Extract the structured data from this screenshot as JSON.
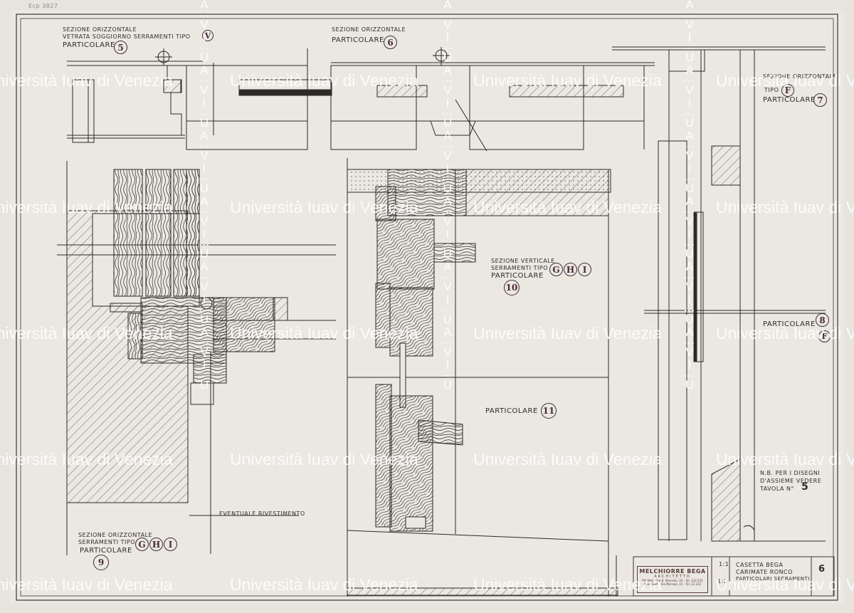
{
  "archive_mark": "Ecp 3827",
  "labels": {
    "p5": {
      "line1": "SEZIONE ORIZZONTALE",
      "line2": "VETRATA SOGGIORNO SERRAMENTI TIPO",
      "type": "V",
      "word": "PARTICOLARE",
      "num": "5"
    },
    "p6": {
      "line1": "SEZIONE ORIZZONTALE",
      "word": "PARTICOLARE",
      "num": "6"
    },
    "p7": {
      "line1": "SEZIONE ORIZZONTALE",
      "type_word": "TIPO",
      "type": "F",
      "word": "PARTICOLARE",
      "num": "7"
    },
    "p8": {
      "word": "PARTICOLARE",
      "num": "8",
      "type": "F"
    },
    "p9": {
      "line1": "SEZIONE ORIZZONTALE",
      "line2": "SERRAMENTI TIPO",
      "types": [
        "G",
        "H",
        "I"
      ],
      "word": "PARTICOLARE",
      "num": "9"
    },
    "p10": {
      "line1": "SEZIONE VERTICALE",
      "line2": "SERRAMENTI TIPO",
      "types": [
        "G",
        "H",
        "I"
      ],
      "word": "PARTICOLARE",
      "num": "10"
    },
    "p11": {
      "word": "PARTICOLARE",
      "num": "11"
    },
    "rivestimento": "EVENTUALE RIVESTIMENTO",
    "note": {
      "line1": "N.B. PER I DISEGNI",
      "line2": "D'ASSIEME VEDERE",
      "line3": "TAVOLA N°",
      "num": "5"
    }
  },
  "title_block": {
    "architect": "MELCHIORRE BEGA",
    "role": "ARCHITETTO",
    "addr1": "MILANO - Via B. Marcello, 20 - Tel. 222.222",
    "addr2": "BOLOGNA - Via Marsala, 42 - Tel. 22.222",
    "scale1": "1:1",
    "scale2": "1:2",
    "project1": "CASETTA BEGA",
    "project2": "CARIMATE RONCO",
    "project3": "PARTICOLARI SERRAMENTI",
    "sheet_number": "6"
  },
  "watermark": {
    "text": "Università Iuav di Venezia",
    "vertical": [
      "A",
      "V",
      "I",
      "U",
      "A",
      "V",
      "I",
      "U",
      "A",
      "V",
      "I",
      "U",
      "A",
      "V",
      "I",
      "U",
      "A",
      "V",
      "I",
      "U",
      "A",
      "V",
      "I",
      "U"
    ]
  }
}
